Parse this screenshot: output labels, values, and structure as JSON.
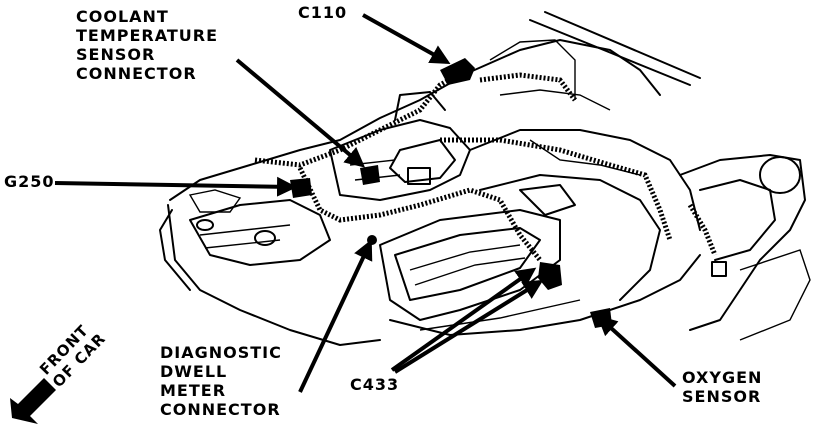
{
  "labels": {
    "coolant": "COOLANT\nTEMPERATURE\nSENSOR\nCONNECTOR",
    "c110": "C110",
    "g250": "G250",
    "diagnostic": "DIAGNOSTIC\nDWELL\nMETER\nCONNECTOR",
    "c433": "C433",
    "oxygen": "OXYGEN\nSENSOR",
    "front": "FRONT\nOF CAR"
  }
}
